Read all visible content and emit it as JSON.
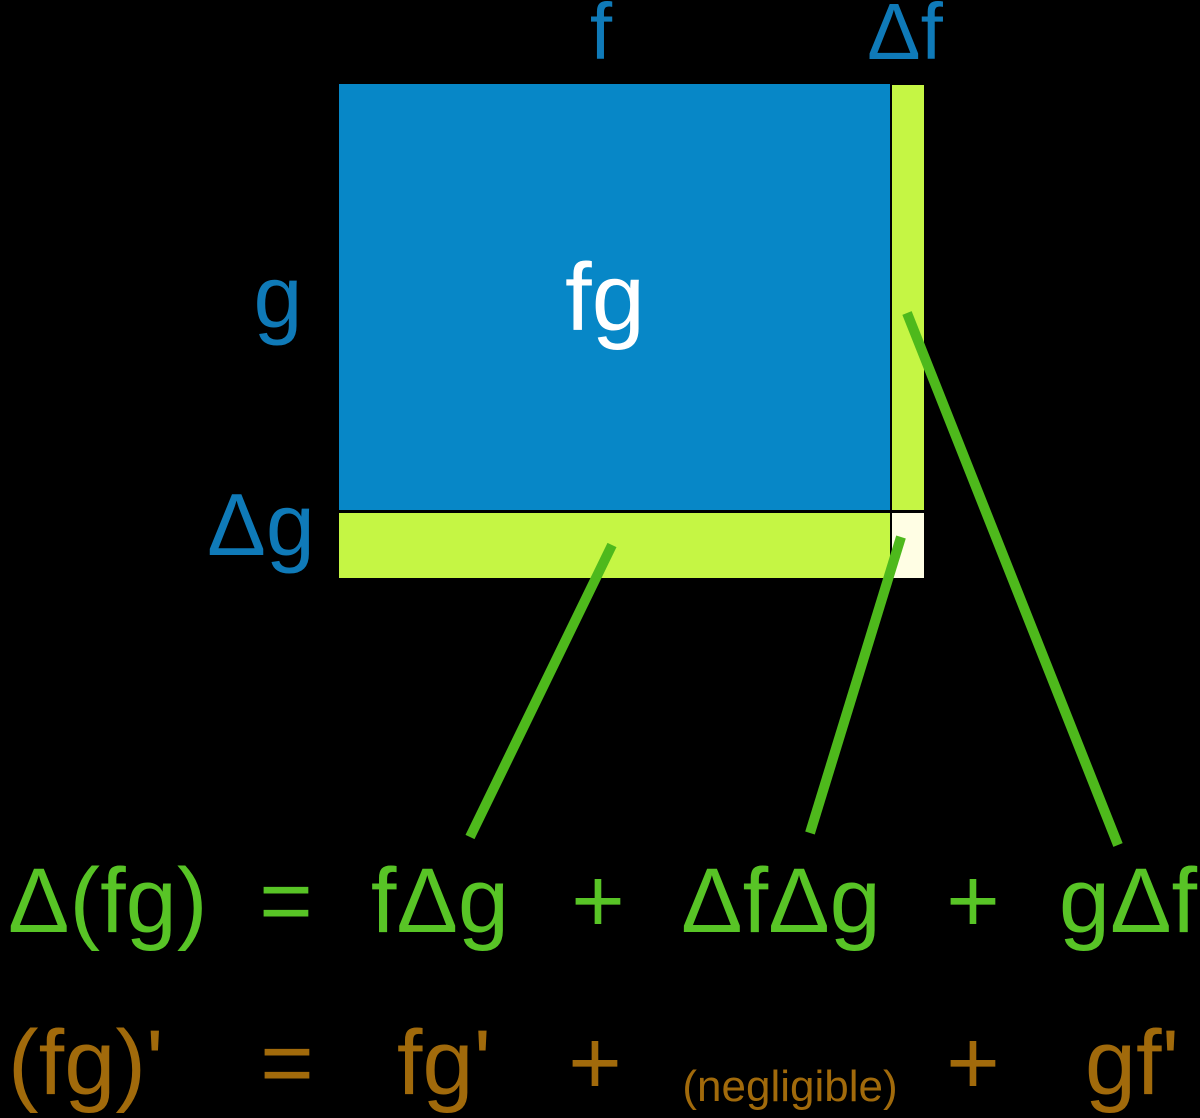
{
  "colors": {
    "background": "#000000",
    "rect_blue": "#0787C7",
    "label_blue": "#0F7AB8",
    "strip_green": "#C5F644",
    "corner_cream": "#FFFEE4",
    "line_green": "#4EB91C",
    "formula_green": "#58C426",
    "formula_brown": "#A16A0B",
    "area_label_white": "#FFFFFF"
  },
  "diagram": {
    "top_label": "f",
    "top_right_label": "Δf",
    "left_label": "g",
    "bottom_left_label": "Δg",
    "area_label": "fg"
  },
  "formulas": {
    "delta_row": {
      "lhs": "Δ(fg)",
      "eq": "=",
      "term_f_dg": "fΔg",
      "plus_1": "+",
      "term_df_dg": "ΔfΔg",
      "plus_2": "+",
      "term_g_df": "gΔf"
    },
    "derivative_row": {
      "lhs": "(fg)'",
      "eq": "=",
      "term_fg_prime": "fg'",
      "plus_1": "+",
      "term_negligible": "(negligible)",
      "plus_2": "+",
      "term_gf_prime": "gf'"
    }
  }
}
